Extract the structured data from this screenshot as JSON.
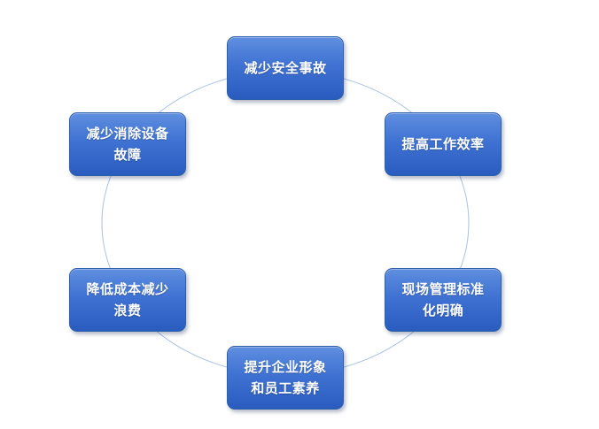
{
  "diagram": {
    "type": "cycle",
    "ring_color": "#a9c0e6",
    "node_color": "#3f72d2",
    "nodes": [
      {
        "id": "top",
        "label": "减少安全事故"
      },
      {
        "id": "upper_right",
        "label": "提高工作效率"
      },
      {
        "id": "lower_right",
        "label": "现场管理标准\n化明确"
      },
      {
        "id": "bottom",
        "label": "提升企业形象\n和员工素养"
      },
      {
        "id": "lower_left",
        "label": "降低成本减少\n浪费"
      },
      {
        "id": "upper_left",
        "label": "减少消除设备\n故障"
      }
    ]
  }
}
